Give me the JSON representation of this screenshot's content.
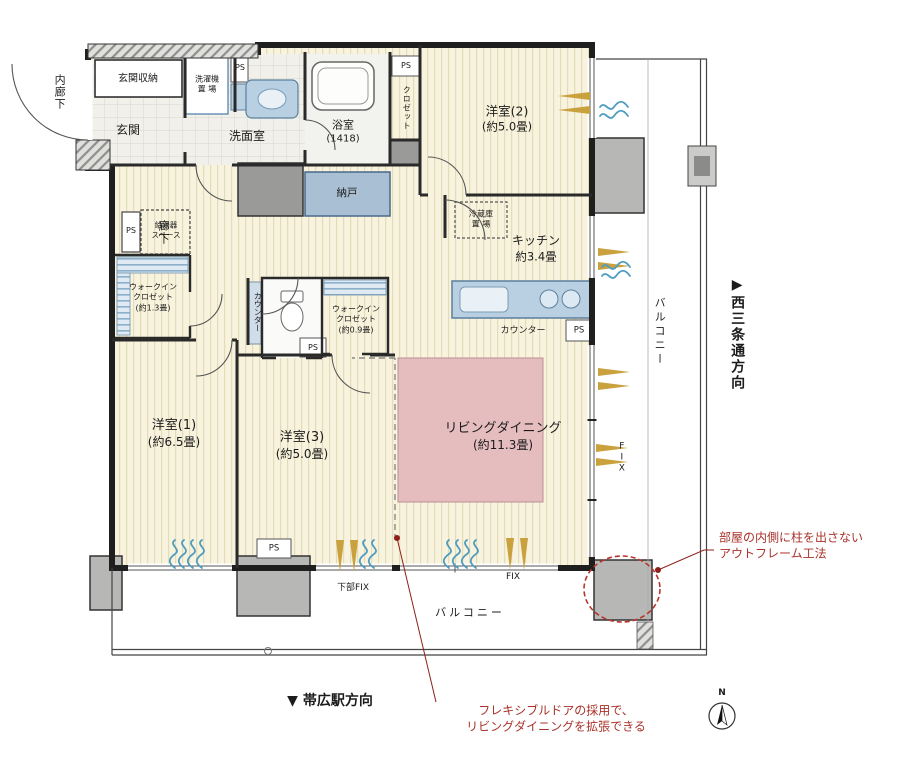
{
  "exterior": {
    "inner_corridor": "内廊下",
    "balcony_right": "バルコニー",
    "balcony_bottom": "バルコニー",
    "direction_right_arrow": "▶",
    "direction_right": "西三条通方向",
    "direction_bottom": "▼ 帯広駅方向",
    "compass_n": "N"
  },
  "rooms": {
    "entrance_storage": "玄関収納",
    "entrance": "玄関",
    "washing_machine_l1": "洗濯機",
    "washing_machine_l2": "置 場",
    "washroom": "洗面室",
    "bathroom": "浴室",
    "bathroom_size": "(1418)",
    "closet": "クロゼット",
    "bedroom2": "洋室(2)",
    "bedroom2_size": "(約5.0畳)",
    "storage_room": "納戸",
    "hallway": "廊下",
    "water_heater_l1": "給湯器",
    "water_heater_l2": "スペース",
    "wic1_l1": "ウォークイン",
    "wic1_l2": "クロゼット",
    "wic1_size": "(約1.3畳)",
    "counter_toilet": "カウンター",
    "wic2_l1": "ウォークイン",
    "wic2_l2": "クロゼット",
    "wic2_size": "(約0.9畳)",
    "fridge_l1": "冷蔵庫",
    "fridge_l2": "置 場",
    "kitchen": "キッチン",
    "kitchen_size": "約3.4畳",
    "kitchen_counter": "カウンター",
    "living_dining": "リビングダイニング",
    "living_dining_size": "(約11.3畳)",
    "bedroom1": "洋室(1)",
    "bedroom1_size": "(約6.5畳)",
    "bedroom3": "洋室(3)",
    "bedroom3_size": "(約5.0畳)"
  },
  "marks": {
    "ps": "PS",
    "fix": "FIX",
    "lower_fix": "下部FIX"
  },
  "annotations": {
    "outframe_l1": "部屋の内側に柱を出さない",
    "outframe_l2": "アウトフレーム工法",
    "flexible_l1": "フレキシブルドアの採用で、",
    "flexible_l2": "リビングダイニングを拡張できる"
  },
  "colors": {
    "accent_red": "#a9322b",
    "floor_cream": "#f8f3de",
    "fixture_blue": "#b9d0e2",
    "rug_pink": "#e5bdbf",
    "pillar_gray": "#b7b7b5",
    "tassel_gold": "#c9a13d",
    "wave_blue": "#4e9cc0"
  }
}
